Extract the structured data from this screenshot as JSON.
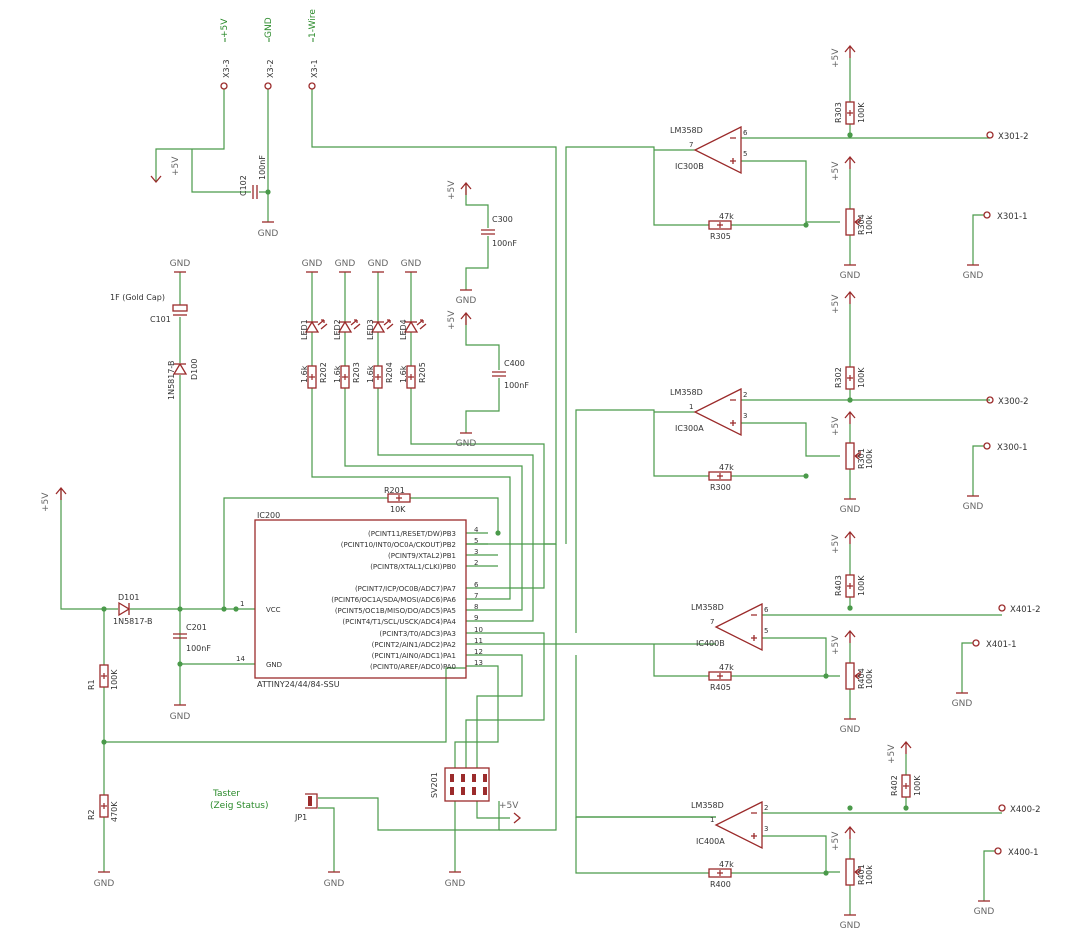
{
  "colors": {
    "wire": "#4a9a4a",
    "part": "#9b2b2b",
    "label": "#333333",
    "note": "#2a8a2a"
  },
  "connector_x3": {
    "pins": [
      {
        "ref": "X3-3",
        "signal": "+5V"
      },
      {
        "ref": "X3-2",
        "signal": "GND"
      },
      {
        "ref": "X3-1",
        "signal": "1-Wire"
      }
    ]
  },
  "supply": {
    "vcc": "+5V",
    "gnd": "GND"
  },
  "parts": {
    "c102": {
      "name": "C102",
      "value": "100nF"
    },
    "c101": {
      "name": "C101",
      "value": "1F (Gold Cap)"
    },
    "d100": {
      "name": "D100",
      "value": "1N5817-B"
    },
    "d101": {
      "name": "D101",
      "value": "1N5817-B"
    },
    "c201": {
      "name": "C201",
      "value": "100nF"
    },
    "r1": {
      "name": "R1",
      "value": "100K"
    },
    "r2": {
      "name": "R2",
      "value": "470K"
    },
    "r201": {
      "name": "R201",
      "value": "10K"
    },
    "c300": {
      "name": "C300",
      "value": "100nF"
    },
    "c400": {
      "name": "C400",
      "value": "100nF"
    },
    "jp1": {
      "name": "JP1"
    },
    "sv201": {
      "name": "SV201"
    }
  },
  "leds": [
    {
      "led": "LED1",
      "res": "R202",
      "value": "1.6k"
    },
    {
      "led": "LED2",
      "res": "R203",
      "value": "1.6k"
    },
    {
      "led": "LED3",
      "res": "R204",
      "value": "1.6k"
    },
    {
      "led": "LED4",
      "res": "R205",
      "value": "1.6k"
    }
  ],
  "mcu": {
    "ref": "IC200",
    "part": "ATTINY24/44/84-SSU",
    "vcc_label": "VCC",
    "gnd_label": "GND",
    "vcc_pin": "1",
    "gnd_pin": "14",
    "pins": [
      {
        "label": "(PCINT11/RESET/DW)PB3",
        "num": "4"
      },
      {
        "label": "(PCINT10/INT0/OC0A/CKOUT)PB2",
        "num": "5"
      },
      {
        "label": "(PCINT9/XTAL2)PB1",
        "num": "3"
      },
      {
        "label": "(PCINT8/XTAL1/CLKI)PB0",
        "num": "2"
      },
      {
        "label": "(PCINT7/ICP/OC0B/ADC7)PA7",
        "num": "6"
      },
      {
        "label": "(PCINT6/OC1A/SDA/MOSI/ADC6)PA6",
        "num": "7"
      },
      {
        "label": "(PCINT5/OC1B/MISO/DO/ADC5)PA5",
        "num": "8"
      },
      {
        "label": "(PCINT4/T1/SCL/USCK/ADC4)PA4",
        "num": "9"
      },
      {
        "label": "(PCINT3/T0/ADC3)PA3",
        "num": "10"
      },
      {
        "label": "(PCINT2/AIN1/ADC2)PA2",
        "num": "11"
      },
      {
        "label": "(PCINT1/AIN0/ADC1)PA1",
        "num": "12"
      },
      {
        "label": "(PCINT0/AREF/ADC0)PA0",
        "num": "13"
      }
    ]
  },
  "taster": {
    "line1": "Taster",
    "line2": "(Zeig Status)"
  },
  "opamp_part": "LM358D",
  "opamps": [
    {
      "ic": "IC300B",
      "rf": "R305",
      "rf_value": "47k",
      "rp": "R303",
      "rp_value": "100K",
      "pot": "R304",
      "pot_value": "100k",
      "out": "X301-2",
      "aux": "X301-1",
      "pin_minus": "6",
      "pin_plus": "5",
      "pin_out": "7"
    },
    {
      "ic": "IC300A",
      "rf": "R300",
      "rf_value": "47k",
      "rp": "R302",
      "rp_value": "100K",
      "pot": "R301",
      "pot_value": "100k",
      "out": "X300-2",
      "aux": "X300-1",
      "pin_minus": "2",
      "pin_plus": "3",
      "pin_out": "1"
    },
    {
      "ic": "IC400B",
      "rf": "R405",
      "rf_value": "47k",
      "rp": "R403",
      "rp_value": "100K",
      "pot": "R404",
      "pot_value": "100k",
      "out": "X401-2",
      "aux": "X401-1",
      "pin_minus": "6",
      "pin_plus": "5",
      "pin_out": "7"
    },
    {
      "ic": "IC400A",
      "rf": "R400",
      "rf_value": "47k",
      "rp": "R402",
      "rp_value": "100K",
      "pot": "R401",
      "pot_value": "100k",
      "out": "X400-2",
      "aux": "X400-1",
      "pin_minus": "2",
      "pin_plus": "3",
      "pin_out": "1"
    }
  ]
}
